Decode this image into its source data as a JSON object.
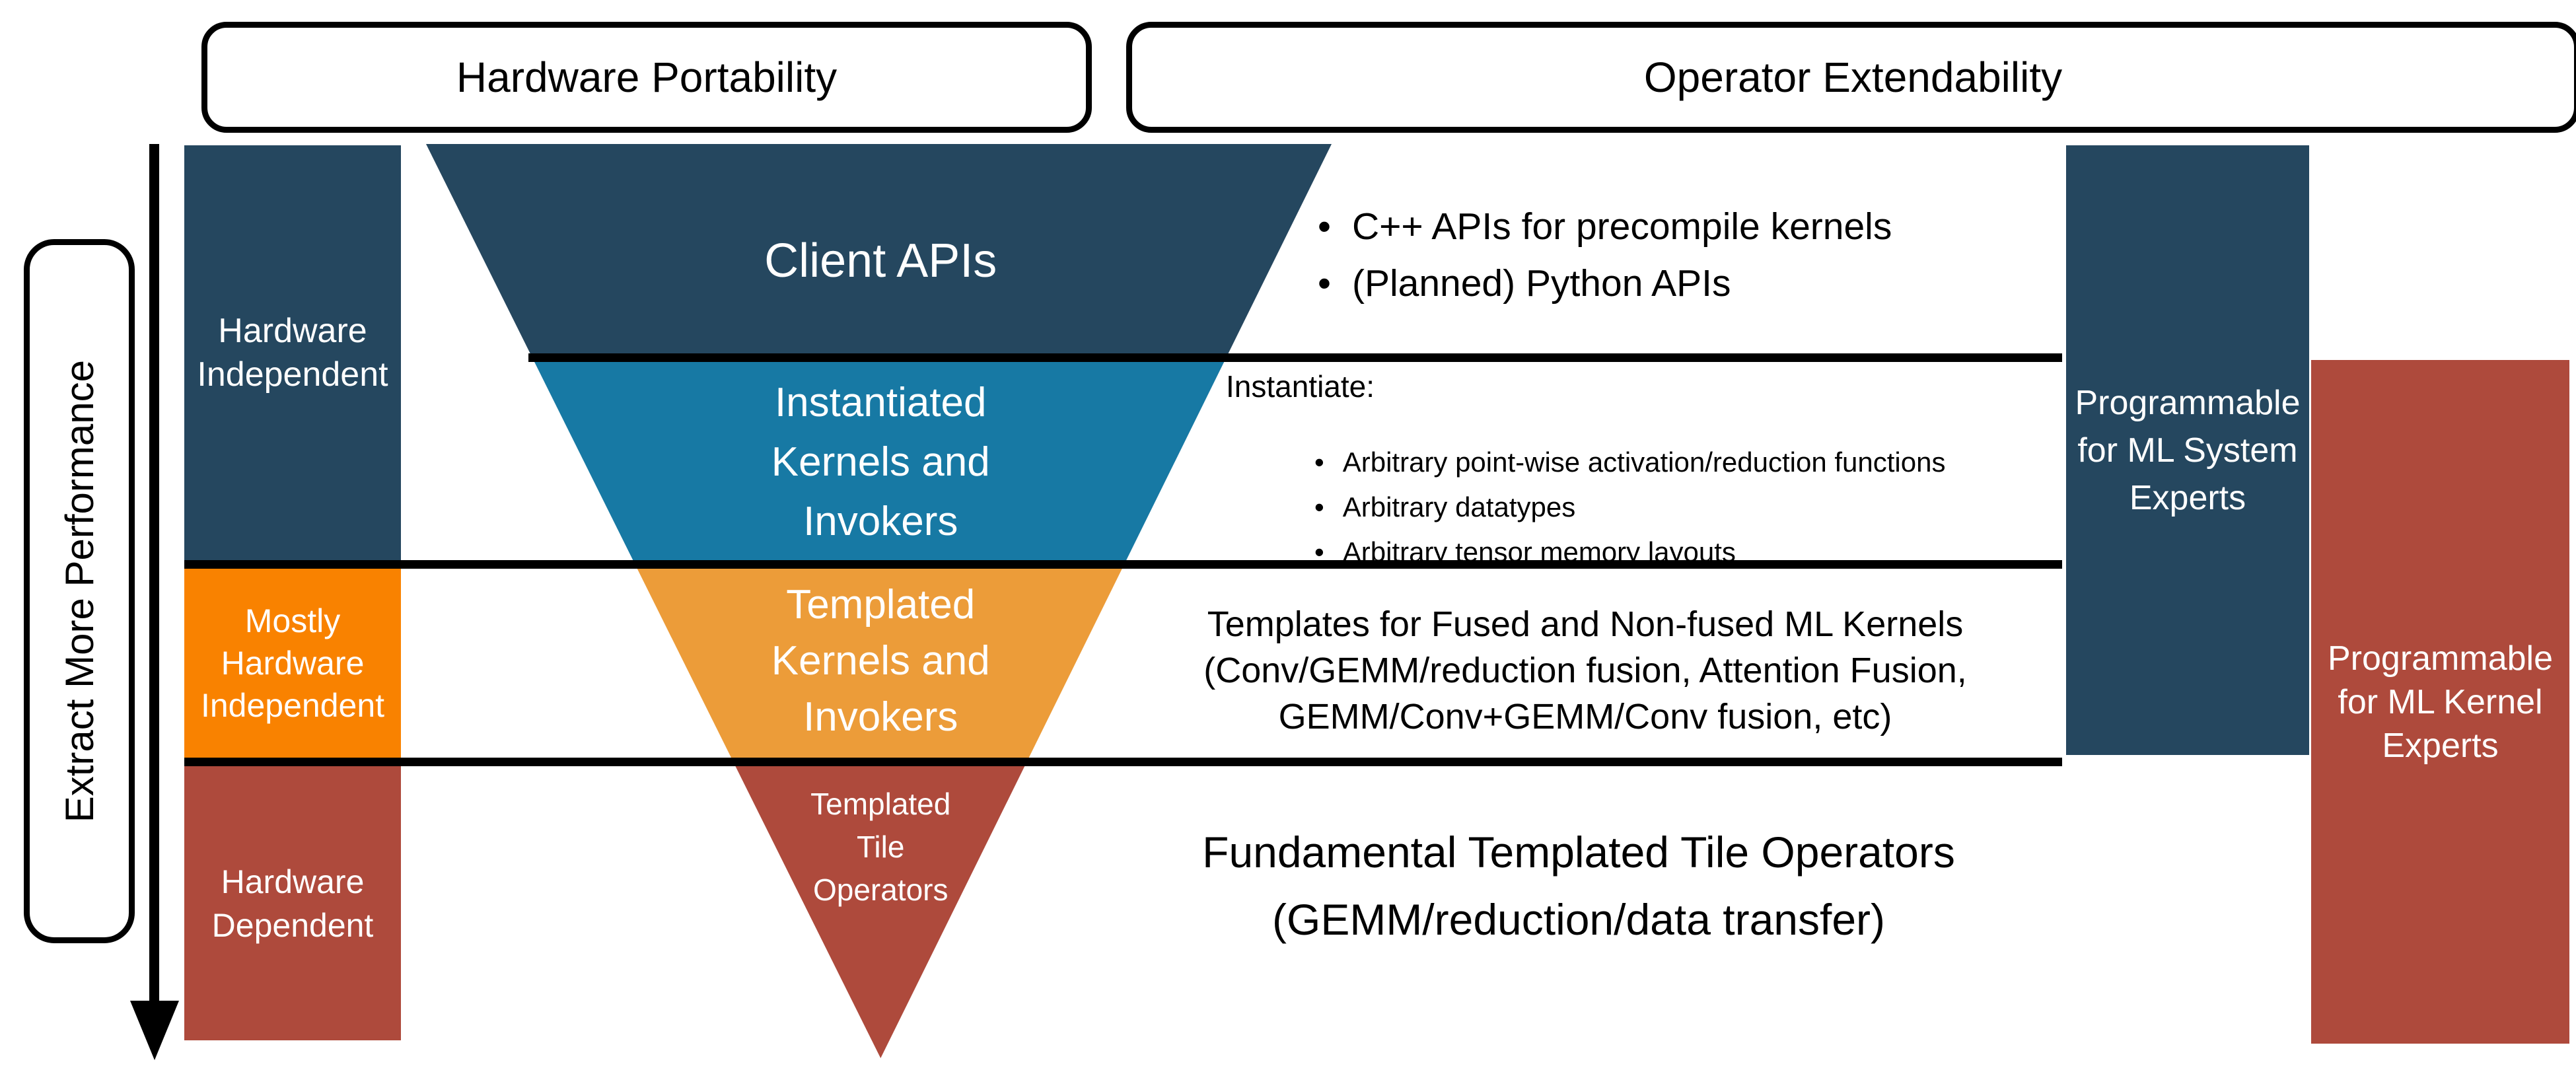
{
  "colors": {
    "navy": "#25475F",
    "teal": "#1779A4",
    "orange_funnel": "#EC9C39",
    "orange_bright": "#F98200",
    "red": "#AE4A3C",
    "black": "#000000"
  },
  "glyphs": {
    "bullet": "•"
  },
  "top_labels": {
    "hardware_portability": "Hardware Portability",
    "operator_extendability": "Operator Extendability"
  },
  "left_axis": {
    "label": "Extract More Performance"
  },
  "left_column": {
    "hardware_independent": {
      "lines": [
        "Hardware",
        "Independent"
      ]
    },
    "mostly_hardware_independent": {
      "lines": [
        "Mostly",
        "Hardware",
        "Independent"
      ]
    },
    "hardware_dependent": {
      "lines": [
        "Hardware",
        "Dependent"
      ]
    }
  },
  "funnel": {
    "client_apis": {
      "lines": [
        "Client APIs"
      ]
    },
    "instantiated": {
      "lines": [
        "Instantiated",
        "Kernels and",
        "Invokers"
      ]
    },
    "templated": {
      "lines": [
        "Templated",
        "Kernels and",
        "Invokers"
      ]
    },
    "tile_operators": {
      "lines": [
        "Templated",
        "Tile",
        "Operators"
      ]
    }
  },
  "annotations": {
    "client_bullets": [
      "C++ APIs for precompile kernels",
      "(Planned) Python APIs"
    ],
    "instantiate_heading": "Instantiate:",
    "instantiate_bullets": [
      "Arbitrary point-wise activation/reduction functions",
      "Arbitrary datatypes",
      "Arbitrary tensor memory layouts"
    ],
    "templates_lines": [
      "Templates for Fused and Non-fused ML Kernels",
      "(Conv/GEMM/reduction fusion, Attention Fusion,",
      "GEMM/Conv+GEMM/Conv fusion, etc)"
    ],
    "fundamental_lines": [
      "Fundamental Templated Tile Operators",
      "(GEMM/reduction/data transfer)"
    ]
  },
  "right_column": {
    "system_experts": {
      "lines": [
        "Programmable",
        "for ML System",
        "Experts"
      ]
    },
    "kernel_experts": {
      "lines": [
        "Programmable",
        "for ML Kernel",
        "Experts"
      ]
    }
  }
}
